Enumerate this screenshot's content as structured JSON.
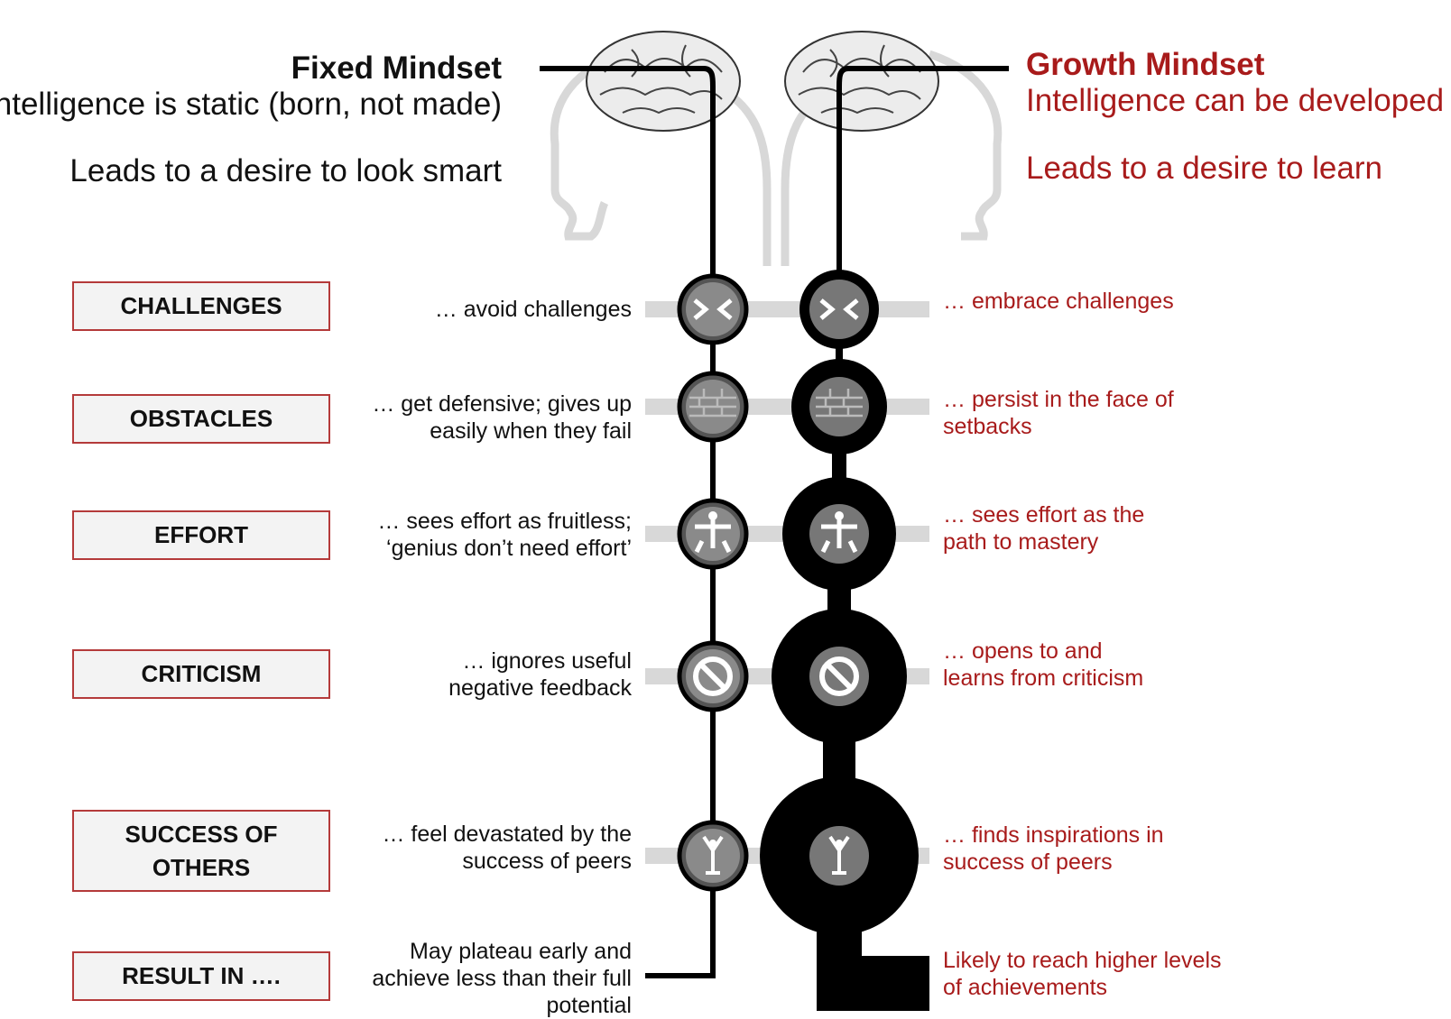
{
  "fixed": {
    "title": "Fixed Mindset",
    "subtitle": "Intelligence is static (born, not made)",
    "lead": "Leads to a desire to look smart"
  },
  "growth": {
    "title": "Growth Mindset",
    "subtitle": "Intelligence can be developed",
    "lead": "Leads to a desire to learn"
  },
  "rows": [
    {
      "category": "CHALLENGES",
      "fixed": "… avoid challenges",
      "growth": "… embrace challenges",
      "icon": "arrows-converging-icon"
    },
    {
      "category": "OBSTACLES",
      "fixed": "… get defensive; gives up easily when they fail",
      "growth": "… persist in the face of setbacks",
      "icon": "brick-wall-icon"
    },
    {
      "category": "EFFORT",
      "fixed": "… sees effort as fruitless; ‘genius don’t need effort’",
      "growth": "… sees effort as the path to mastery",
      "icon": "weightlifter-icon"
    },
    {
      "category": "CRITICISM",
      "fixed": "… ignores useful negative feedback",
      "growth": "… opens to and learns from criticism",
      "icon": "prohibited-icon"
    },
    {
      "category": "SUCCESS OF OTHERS",
      "fixed": "… feel devastated by the success of peers",
      "growth": "… finds inspirations in success of peers",
      "icon": "celebrating-person-icon"
    },
    {
      "category": "RESULT IN  ….",
      "fixed": "May plateau early and achieve less than their full potential",
      "growth": "Likely to reach higher levels of achievements",
      "icon": ""
    }
  ],
  "colors": {
    "growth_red": "#a81b1b",
    "box_border": "#b43a3a",
    "head_gray": "#d8d8d8",
    "line_black": "#000000"
  }
}
